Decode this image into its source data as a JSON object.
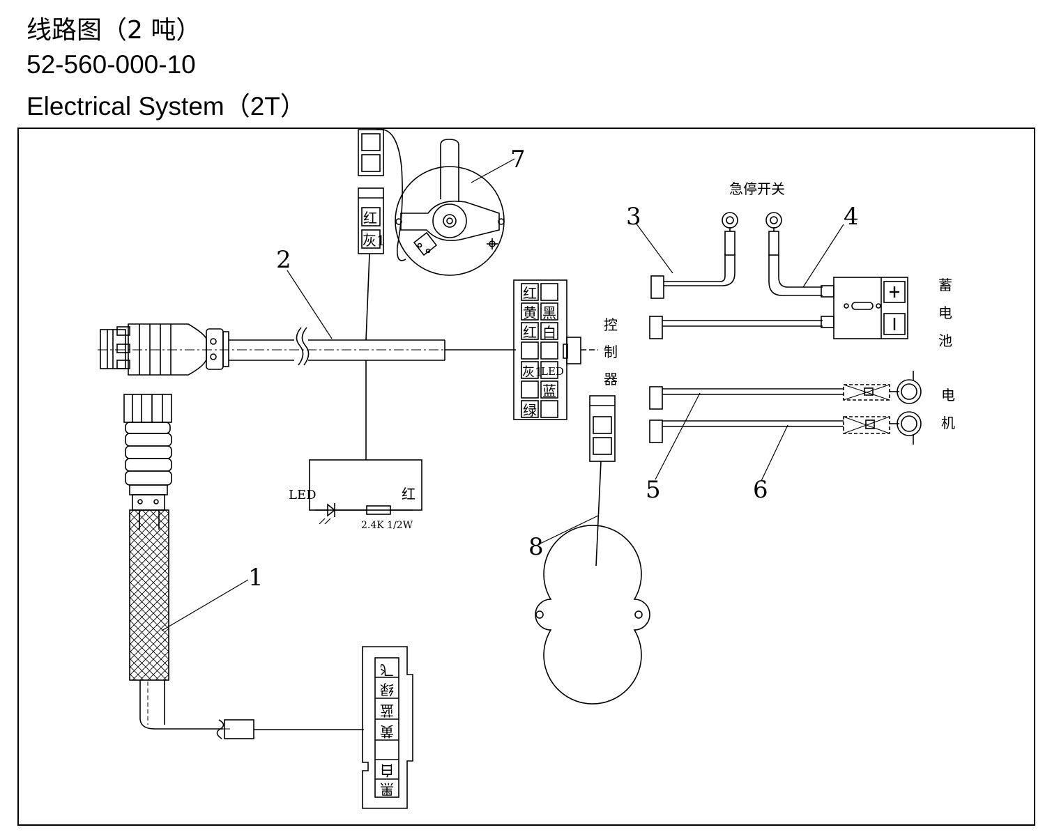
{
  "header": {
    "title_cn": "线路图（2 吨）",
    "part_number": "52-560-000-10",
    "title_en": "Electrical  System（2T）"
  },
  "labels": {
    "n1": "1",
    "n2": "2",
    "n3": "3",
    "n4": "4",
    "n5": "5",
    "n6": "6",
    "n7": "7",
    "n8": "8",
    "estop": "急停开关",
    "controller": [
      "控",
      "制",
      "器"
    ],
    "battery": [
      "蓄",
      "电",
      "池"
    ],
    "motor": [
      "电",
      "机"
    ],
    "led_box_left": "LED",
    "led_box_right": "红",
    "resistor": "2.4K 1/2W"
  },
  "plug_top": [
    "红",
    "灰1"
  ],
  "controller_cells": [
    [
      "红",
      ""
    ],
    [
      "黄",
      "黑"
    ],
    [
      "红",
      "白"
    ],
    [
      "",
      ""
    ],
    [
      "灰1",
      "LED"
    ],
    [
      "",
      "蓝"
    ],
    [
      "绿",
      ""
    ]
  ],
  "bottom_connector": [
    "飞",
    "绿",
    "蓝",
    "黄",
    "",
    "白",
    "黑"
  ]
}
